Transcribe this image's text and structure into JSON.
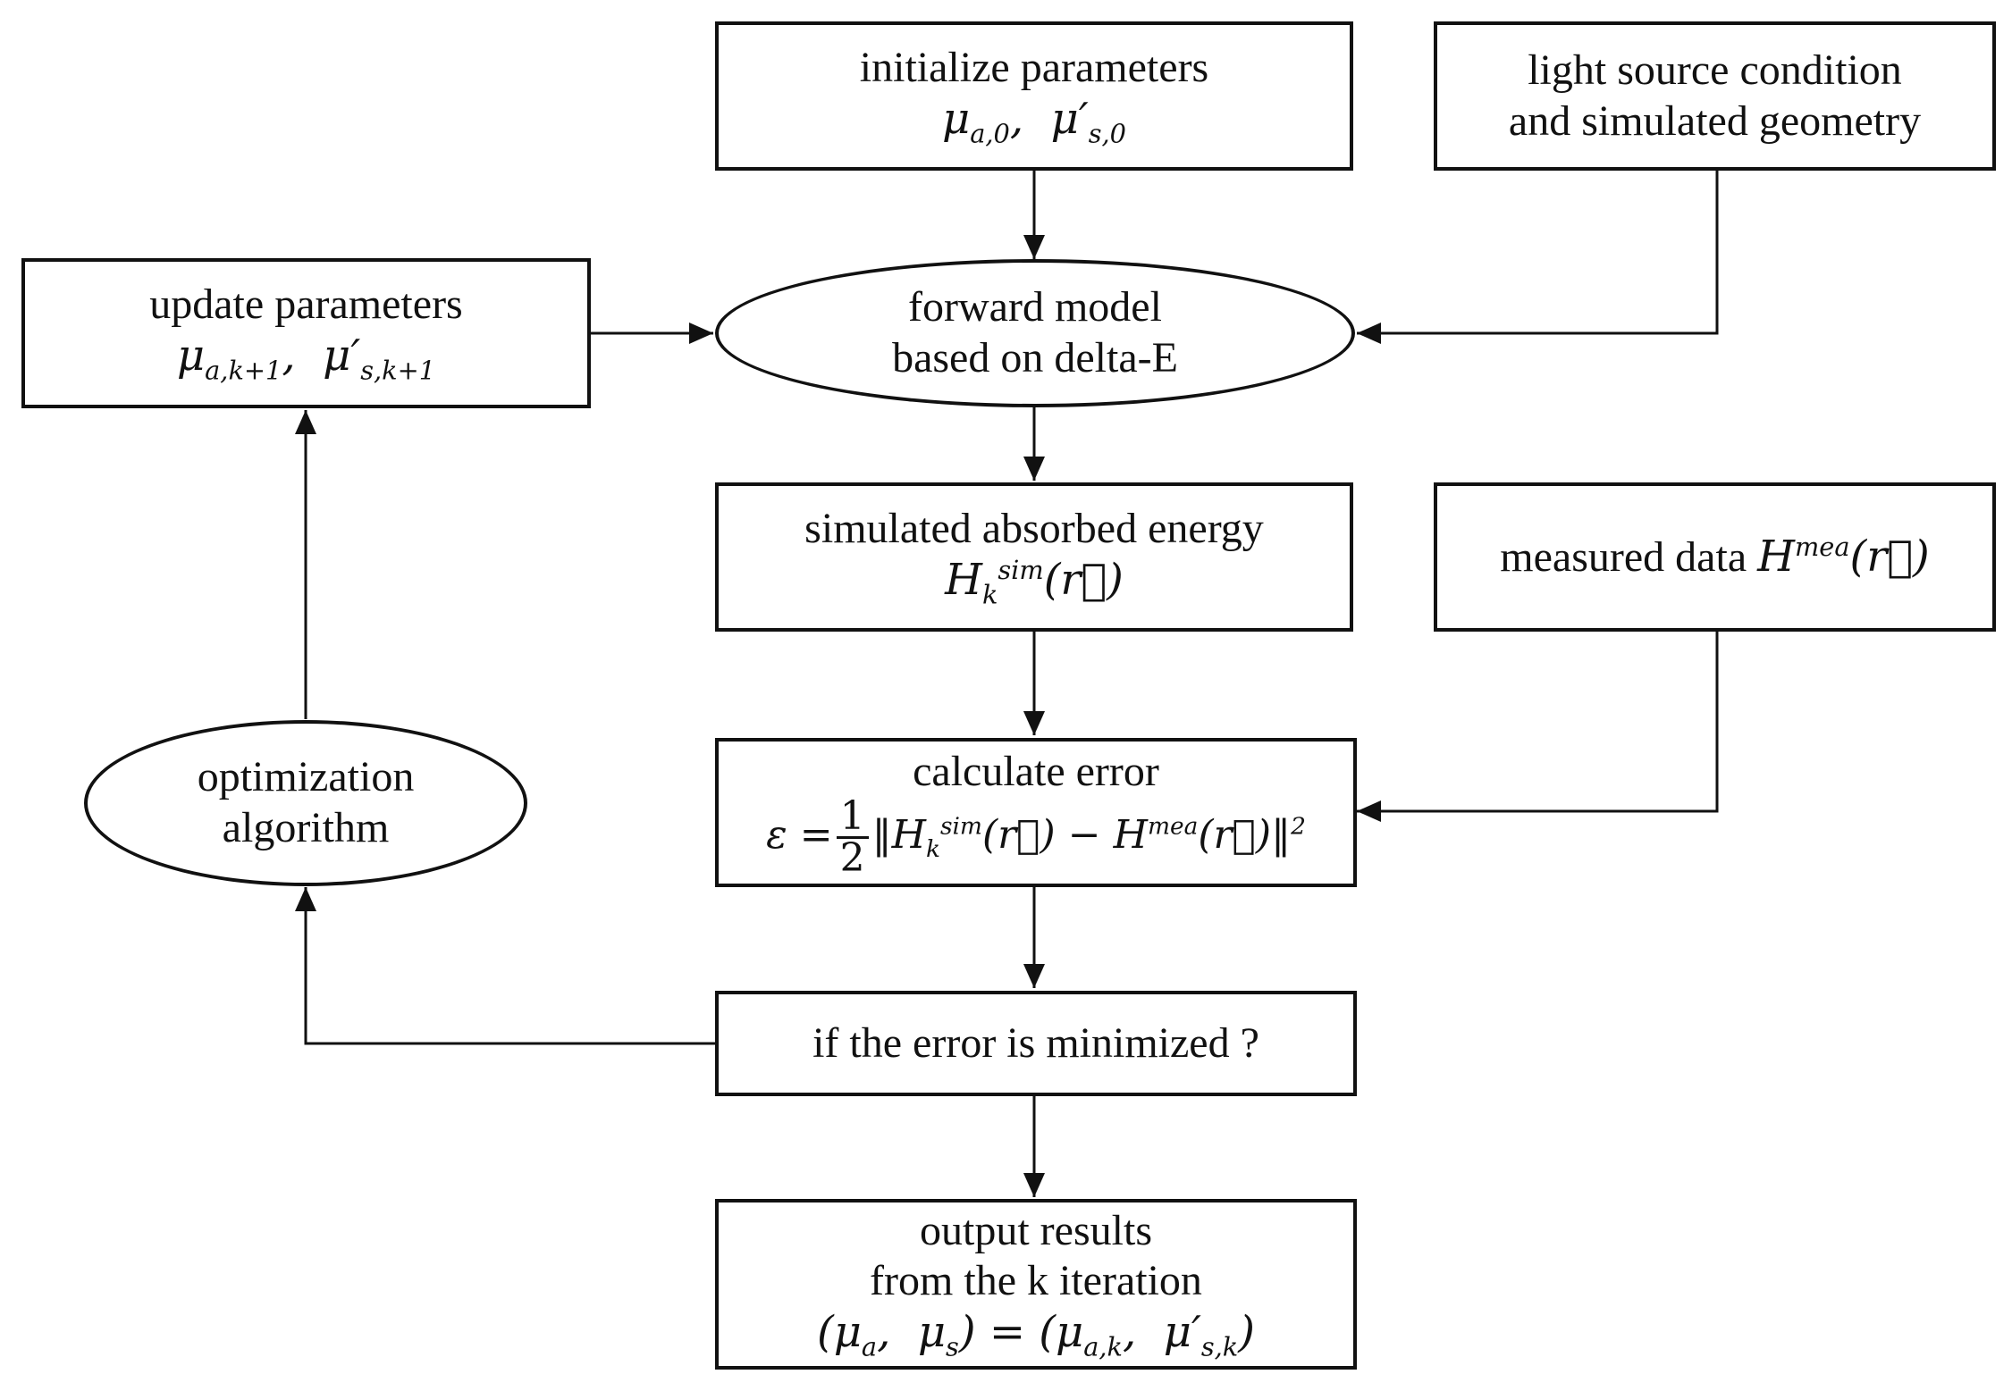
{
  "nodes": {
    "initialize": {
      "title": "initialize parameters",
      "formula": "μa,0, μ′s,0"
    },
    "light_source": {
      "line1": "light source condition",
      "line2": "and simulated geometry"
    },
    "update": {
      "title": "update parameters",
      "formula": "μa,k+1, μ′s,k+1"
    },
    "forward_model": {
      "line1": "forward model",
      "line2": "based on delta-E"
    },
    "simulated_energy": {
      "title": "simulated absorbed energy",
      "formula": "Hksim(r⃗)"
    },
    "measured_data": {
      "label": "measured data",
      "formula": "Hmea(r⃗)"
    },
    "optimization": {
      "line1": "optimization",
      "line2": "algorithm"
    },
    "calculate_error": {
      "title": "calculate error",
      "formula": "ε = 1/2 ‖Hksim(r⃗) − Hmea(r⃗)‖²"
    },
    "decision": {
      "label": "if the error is minimized ?"
    },
    "output": {
      "line1": "output results",
      "line2": "from the k iteration",
      "formula": "(μa, μs) = (μa,k, μ′s,k)"
    }
  }
}
